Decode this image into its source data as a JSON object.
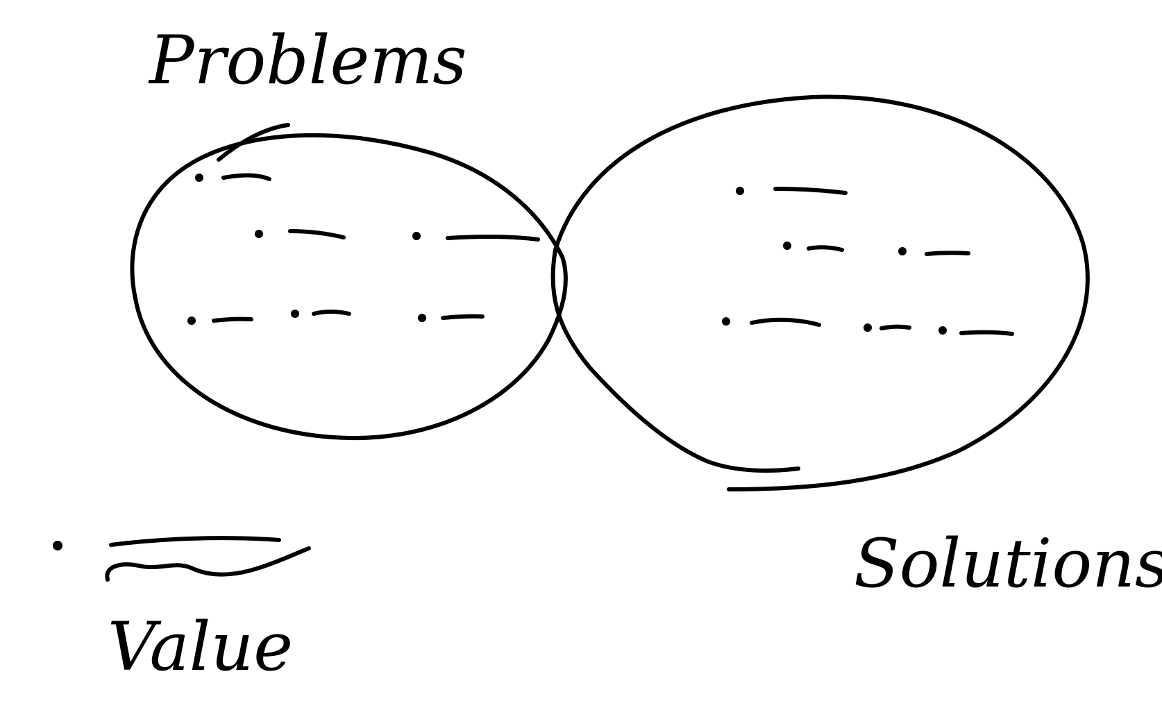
{
  "labels": {
    "problems": "Problems",
    "solutions": "Solutions",
    "value": "Value"
  },
  "colors": {
    "ink": "#000000",
    "background": "#ffffff"
  },
  "bullets": {
    "problems_count": 6,
    "solutions_count": 6,
    "value_count": 1
  }
}
